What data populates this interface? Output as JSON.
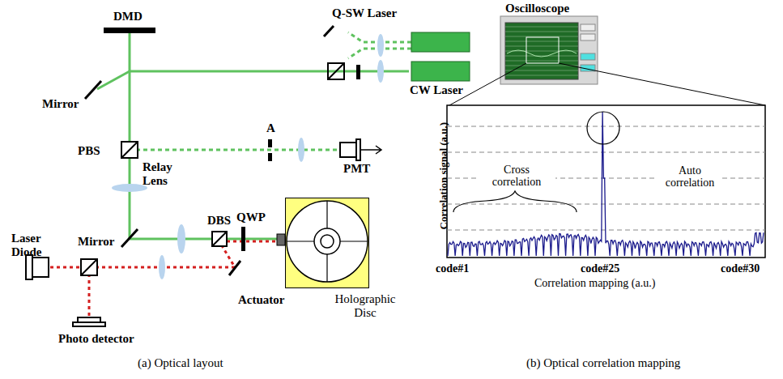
{
  "diagram": {
    "nodes": [
      {
        "text": [
          "Holographic Disc"
        ]
      }
    ],
    "labels": [
      "Q-SW  Laser",
      "CW Laser",
      "DMD",
      "Mirror",
      "PBS",
      "A",
      "PMT",
      "Relay Lens",
      "Mirror",
      "DBS",
      "QWP",
      "Actuator",
      "Laser Diode",
      "Photo detector",
      "(a) Optical layout",
      "Oscilloscope",
      "Correlation signal (a.u.)",
      "Cross correlation",
      "Auto correlation",
      "code#1",
      "code#25",
      "code#30",
      "Correlation mapping (a.u.)",
      "(b) Optical correlation mapping"
    ]
  }
}
